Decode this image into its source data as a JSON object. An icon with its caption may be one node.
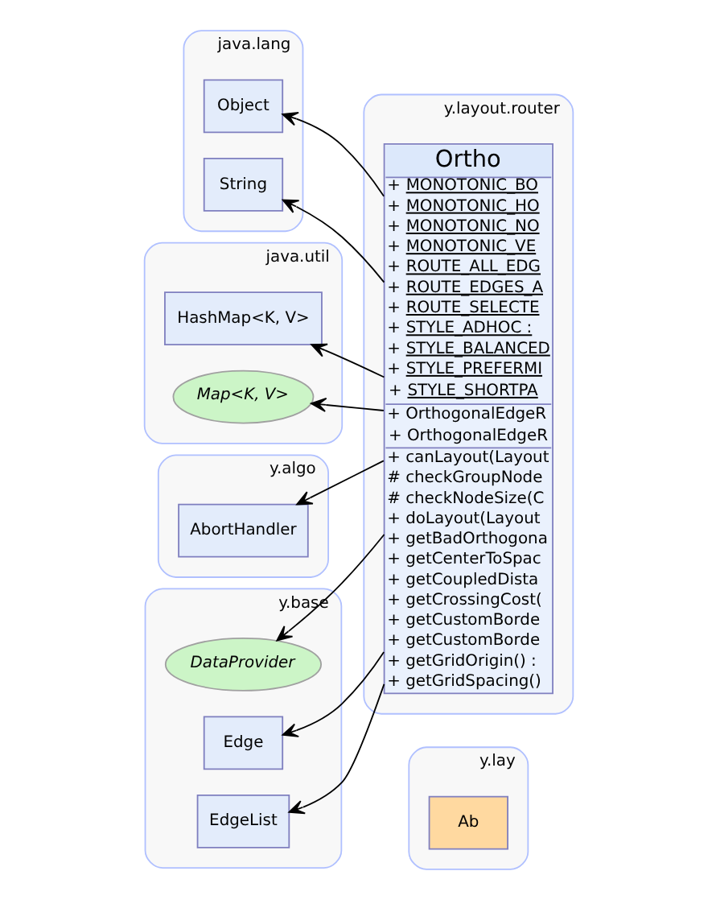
{
  "diagram": {
    "nodes": [
      {
        "text": [
          "y.lay"
        ]
      },
      {
        "text": [
          "Ab"
        ],
        "in": 0
      },
      {
        "text": [
          "java.lang"
        ]
      },
      {
        "text": [
          "Object"
        ],
        "in": 2
      },
      {
        "text": [
          "String"
        ],
        "in": 2
      },
      {
        "text": [
          "y.layout.router"
        ]
      },
      {
        "text": [
          "Ortho",
          "+ MONOTONIC_BO",
          "+ MONOTONIC_HO",
          "+ MONOTONIC_NO",
          "+ MONOTONIC_VE",
          "+ ROUTE_ALL_EDG",
          "+ ROUTE_EDGES_A",
          "+ ROUTE_SELECTE",
          "+ STYLE_ADHOC :",
          "+ STYLE_BALANCED",
          "+ STYLE_PREFERMI",
          "+ STYLE_SHORTPA",
          "+ OrthogonalEdgeR",
          "+ OrthogonalEdgeR",
          "+ canLayout(Layout",
          "# checkGroupNode",
          "# checkNodeSize(C",
          "+ doLayout(Layout",
          "+ getBadOrthogona",
          "+ getCenterToSpac",
          "+ getCoupledDista",
          "+ getCrossingCost(",
          "+ getCustomBorde",
          "+ getCustomBorde",
          "+ getGridOrigin() :",
          "+ getGridSpacing()"
        ],
        "in": 5
      },
      {
        "text": [
          "java.util"
        ]
      },
      {
        "text": [
          "HashMap<K, V>"
        ],
        "in": 7
      },
      {
        "text": [
          "Map<K, V>"
        ],
        "in": 7
      },
      {
        "text": [
          "y.algo"
        ]
      },
      {
        "text": [
          "AbortHandler"
        ],
        "in": 10
      },
      {
        "text": [
          "y.base"
        ]
      },
      {
        "text": [
          "DataProvider"
        ],
        "in": 12
      },
      {
        "text": [
          "Edge"
        ],
        "in": 12
      },
      {
        "text": [
          "EdgeList"
        ],
        "in": 12
      }
    ],
    "edges": [
      {
        "from": 6,
        "to": 3,
        "arrow": "to"
      },
      {
        "from": 6,
        "to": 4,
        "arrow": "to"
      },
      {
        "from": 6,
        "to": 8,
        "arrow": "to"
      },
      {
        "from": 6,
        "to": 9,
        "arrow": "to"
      },
      {
        "from": 6,
        "to": 11,
        "arrow": "to"
      },
      {
        "from": 6,
        "to": 13,
        "arrow": "to"
      },
      {
        "from": 6,
        "to": 14,
        "arrow": "to"
      },
      {
        "from": 6,
        "to": 15,
        "arrow": "to"
      }
    ]
  }
}
